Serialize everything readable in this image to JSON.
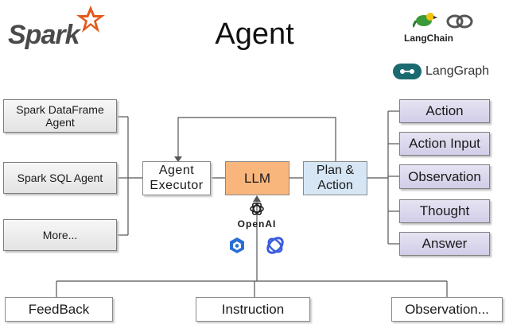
{
  "title": "Agent",
  "logos": {
    "spark": "Spark",
    "langchain": "LangChain",
    "langgraph": "LangGraph",
    "openai": "OpenAI"
  },
  "left_agents": [
    "Spark DataFrame Agent",
    "Spark SQL Agent",
    "More..."
  ],
  "center": {
    "executor": "Agent Executor",
    "llm": "LLM",
    "plan": "Plan & Action"
  },
  "right_outputs": [
    "Action",
    "Action Input",
    "Observation",
    "Thought",
    "Answer"
  ],
  "bottom_inputs": [
    "FeedBack",
    "Instruction",
    "Observation..."
  ],
  "colors": {
    "spark_orange": "#e25a1c",
    "llm_orange": "#f8b57c",
    "plan_blue": "#d6e6f5",
    "output_purple": "#d8d4ec",
    "langgraph_teal": "#1b6a70"
  }
}
